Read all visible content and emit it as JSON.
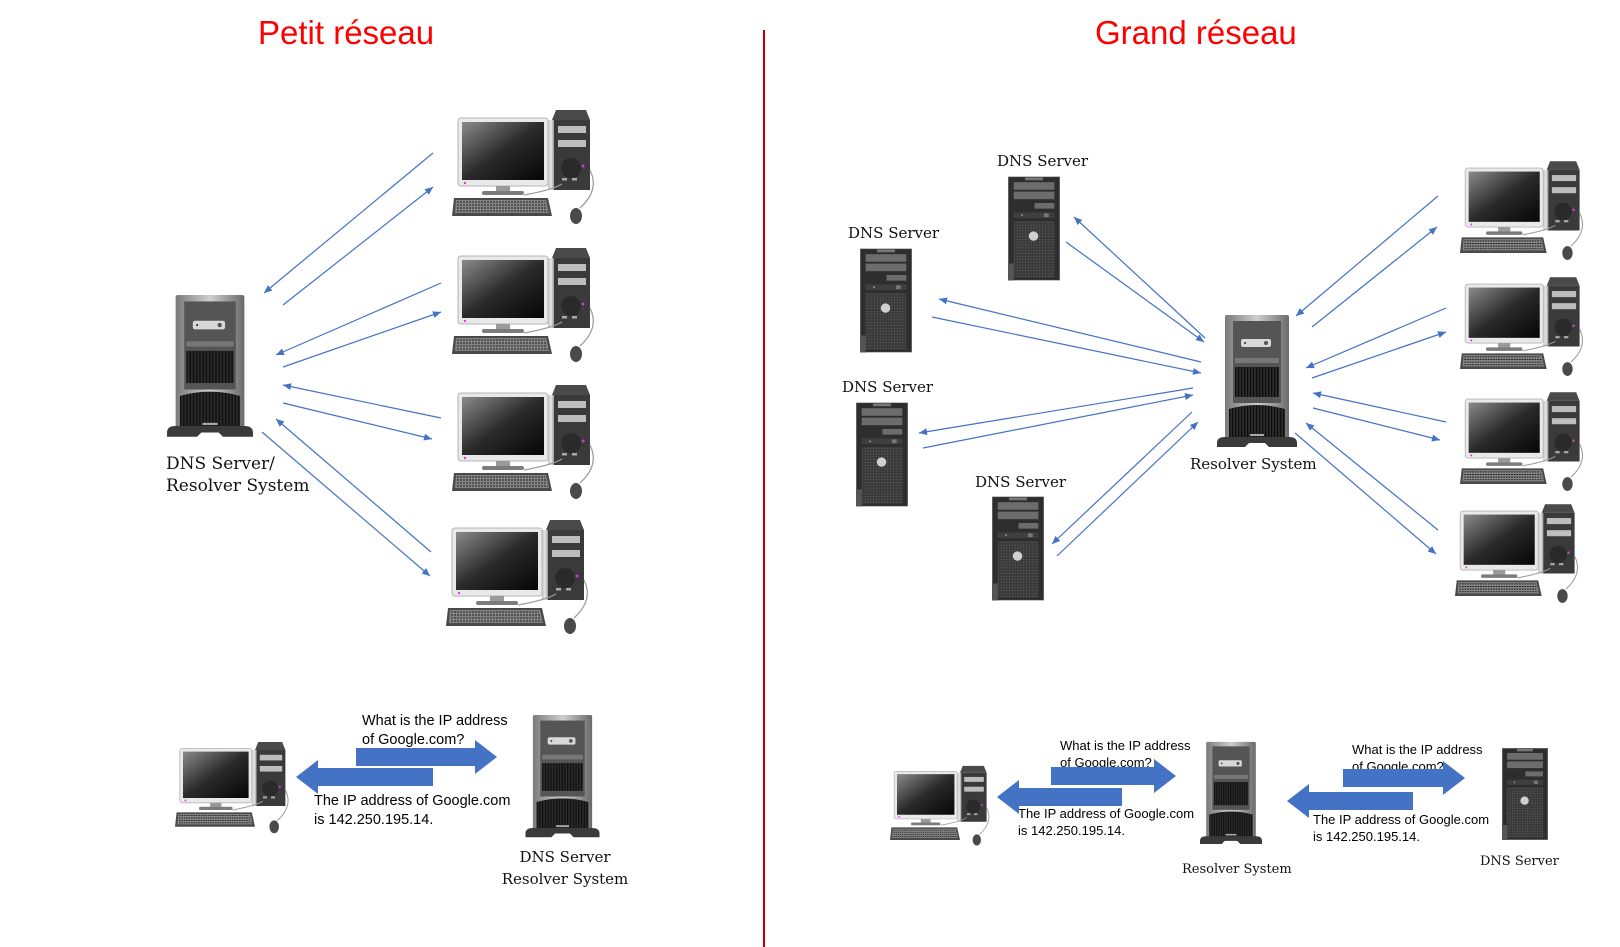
{
  "titles": {
    "left": "Petit réseau",
    "right": "Grand réseau"
  },
  "colors": {
    "title": "#ff0000",
    "divider": "#c00000",
    "arrow": "#4472c4",
    "block_arrow": "#4472c4"
  },
  "small_network": {
    "server_label_line1": "DNS Server/",
    "server_label_line2": "Resolver System",
    "clients": [
      "computer",
      "computer",
      "computer",
      "computer"
    ]
  },
  "large_network": {
    "dns_servers": [
      {
        "label": "DNS Server"
      },
      {
        "label": "DNS Server"
      },
      {
        "label": "DNS Server"
      },
      {
        "label": "DNS Server"
      }
    ],
    "resolver_label": "Resolver System",
    "clients": [
      "computer",
      "computer",
      "computer",
      "computer"
    ]
  },
  "small_flow": {
    "query_line1": "What is the IP address",
    "query_line2": "of Google.com?",
    "answer_line1": "The IP address of Google.com",
    "answer_line2": "is 142.250.195.14.",
    "server_label_line1": "DNS Server",
    "server_label_line2": "Resolver System"
  },
  "large_flow": {
    "query1_line1": "What is the IP address",
    "query1_line2": "of Google.com?",
    "answer1_line1": "The IP address of Google.com",
    "answer1_line2": "is 142.250.195.14.",
    "resolver_label": "Resolver System",
    "query2_line1": "What is the IP address",
    "query2_line2": "of Google.com?",
    "answer2_line1": "The IP address of Google.com",
    "answer2_line2": "is 142.250.195.14.",
    "dns_label": "DNS Server"
  }
}
